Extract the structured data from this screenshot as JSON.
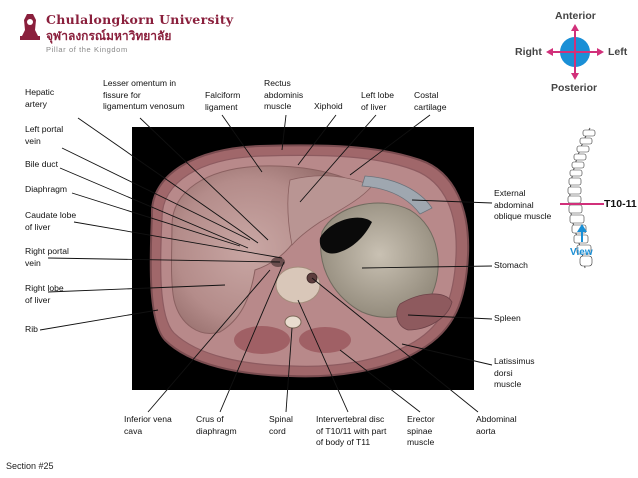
{
  "header": {
    "university_en": "Chulalongkorn University",
    "university_th": "จุฬาลงกรณ์มหาวิทยาลัย",
    "tagline": "Pillar of the Kingdom",
    "logo_icon": "chulalongkorn-seal-icon",
    "brand_color": "#8a1f3c"
  },
  "orientation": {
    "top": "Anterior",
    "bottom": "Posterior",
    "left": "Right",
    "right": "Left",
    "compass_color": "#1a8fd6",
    "cross_color": "#d1307a"
  },
  "spine_panel": {
    "level": "T10-11",
    "view_label": "View",
    "accent_color": "#1a8fd6",
    "level_line_color": "#d1307a"
  },
  "labels": {
    "hepatic_artery": "Hepatic\nartery",
    "lesser_omentum": "Lesser omentum in\nfissure for\nligamentum venosum",
    "falciform": "Falciform\nligament",
    "rectus": "Rectus\nabdominis\nmuscle",
    "xiphoid": "Xiphoid",
    "left_lobe": "Left lobe\nof liver",
    "costal": "Costal\ncartilage",
    "left_portal": "Left portal\nvein",
    "bile_duct": "Bile duct",
    "diaphragm": "Diaphragm",
    "caudate": "Caudate lobe\nof liver",
    "right_portal": "Right portal\nvein",
    "right_lobe": "Right lobe\nof liver",
    "rib": "Rib",
    "external_oblique": "External\nabdominal\noblique muscle",
    "stomach": "Stomach",
    "spleen": "Spleen",
    "latissimus": "Latissimus\ndorsi\nmuscle",
    "ivc": "Inferior vena\ncava",
    "crus": "Crus of\ndiaphragm",
    "spinal_cord": "Spinal\ncord",
    "intervertebral": "Intervertebral disc\nof T10/11 with part\nof body of T11",
    "erector": "Erector\nspinae\nmuscle",
    "aorta": "Abdominal\naorta"
  },
  "footer": {
    "section": "Section #25"
  }
}
